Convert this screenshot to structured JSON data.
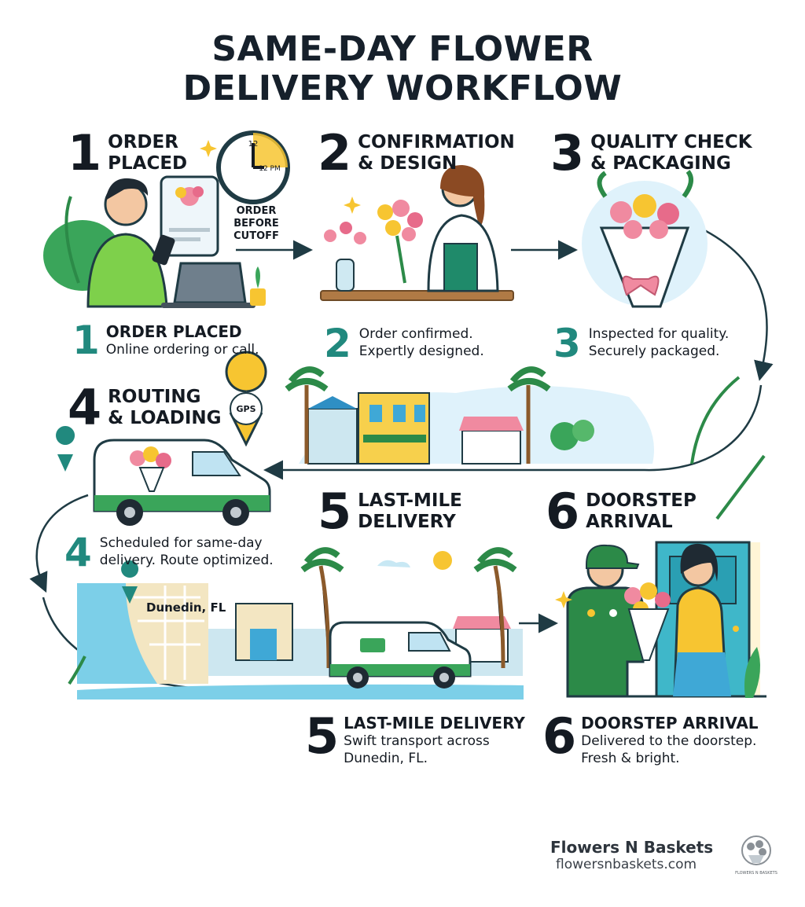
{
  "title": {
    "line1": "SAME-DAY FLOWER",
    "line2": "DELIVERY WORKFLOW"
  },
  "steps": [
    {
      "number": "1",
      "heading1": "ORDER",
      "heading2": "PLACED",
      "caption_title": "ORDER PLACED",
      "caption": "Online ordering or call."
    },
    {
      "number": "2",
      "heading1": "CONFIRMATION",
      "heading2": "& DESIGN",
      "caption1": "Order confirmed.",
      "caption2": "Expertly designed."
    },
    {
      "number": "3",
      "heading1": "QUALITY CHECK",
      "heading2": "& PACKAGING",
      "caption1": "Inspected for quality.",
      "caption2": "Securely packaged."
    },
    {
      "number": "4",
      "heading1": "ROUTING",
      "heading2": "& LOADING",
      "caption1": "Scheduled for same-day",
      "caption2": "delivery. Route optimized."
    },
    {
      "number": "5",
      "heading1": "LAST-MILE",
      "heading2": "DELIVERY",
      "caption_title": "LAST-MILE DELIVERY",
      "caption1": "Swift transport across",
      "caption2": "Dunedin, FL."
    },
    {
      "number": "6",
      "heading1": "DOORSTEP",
      "heading2": "ARRIVAL",
      "caption_title": "DOORSTEP ARRIVAL",
      "caption1": "Delivered to the doorstep.",
      "caption2": "Fresh & bright."
    }
  ],
  "clock": {
    "time_label": "12 PM",
    "top_label": "12",
    "note1": "ORDER",
    "note2": "BEFORE",
    "note3": "CUTOFF"
  },
  "gps_label": "GPS",
  "map_label": "Dunedin, FL",
  "brand": {
    "name": "Flowers N Baskets",
    "url": "flowersnbaskets.com",
    "logo_text": "FLOWERS N BASKETS"
  },
  "colors": {
    "teal": "#21897e",
    "dark": "#141a22",
    "green": "#7ed04b",
    "yellow": "#f7c531",
    "pink": "#f08aa0",
    "sky": "#dff2fb"
  }
}
